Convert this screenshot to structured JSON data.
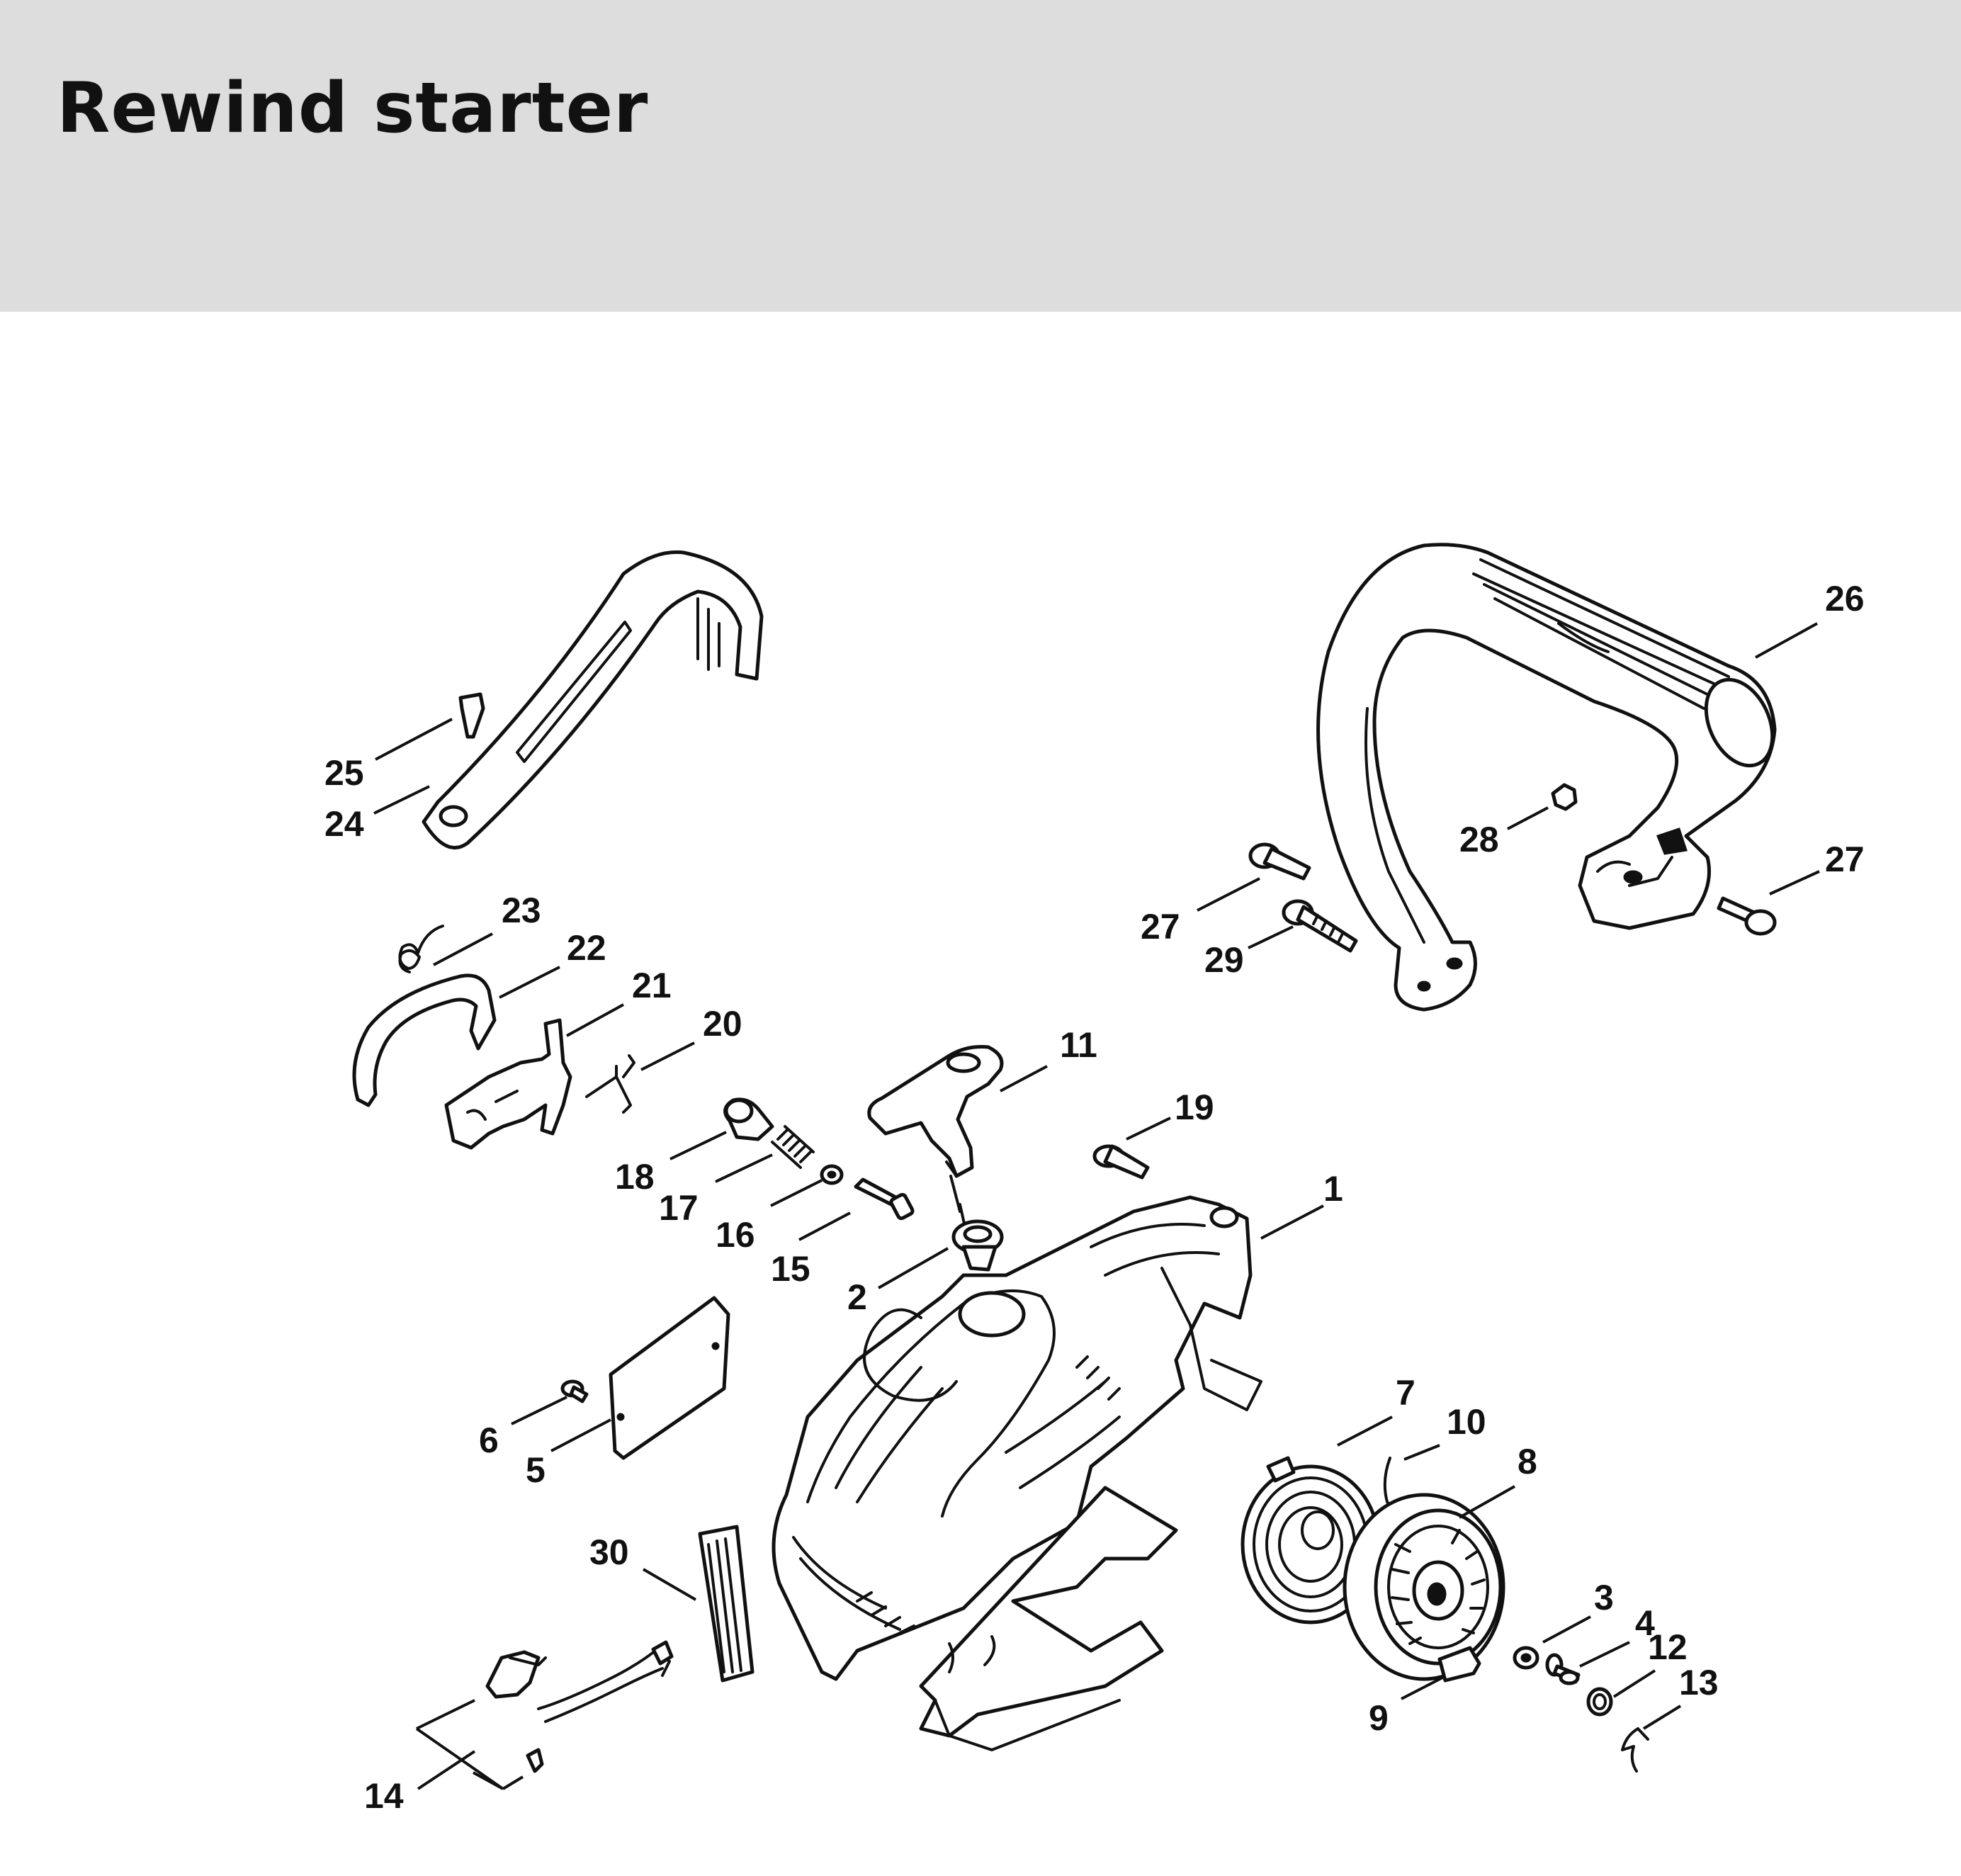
{
  "header": {
    "title": "Rewind starter",
    "background_color": "#dcdddc"
  },
  "diagram": {
    "callouts": [
      {
        "id": "c1",
        "label": "1"
      },
      {
        "id": "c2",
        "label": "2"
      },
      {
        "id": "c3",
        "label": "3"
      },
      {
        "id": "c4",
        "label": "4"
      },
      {
        "id": "c5",
        "label": "5"
      },
      {
        "id": "c6",
        "label": "6"
      },
      {
        "id": "c7",
        "label": "7"
      },
      {
        "id": "c8",
        "label": "8"
      },
      {
        "id": "c9",
        "label": "9"
      },
      {
        "id": "c10",
        "label": "10"
      },
      {
        "id": "c11",
        "label": "11"
      },
      {
        "id": "c12",
        "label": "12"
      },
      {
        "id": "c13",
        "label": "13"
      },
      {
        "id": "c14",
        "label": "14"
      },
      {
        "id": "c15",
        "label": "15"
      },
      {
        "id": "c16",
        "label": "16"
      },
      {
        "id": "c17",
        "label": "17"
      },
      {
        "id": "c18",
        "label": "18"
      },
      {
        "id": "c19",
        "label": "19"
      },
      {
        "id": "c20",
        "label": "20"
      },
      {
        "id": "c21",
        "label": "21"
      },
      {
        "id": "c22",
        "label": "22"
      },
      {
        "id": "c23",
        "label": "23"
      },
      {
        "id": "c24",
        "label": "24"
      },
      {
        "id": "c25",
        "label": "25"
      },
      {
        "id": "c26",
        "label": "26"
      },
      {
        "id": "c27a",
        "label": "27"
      },
      {
        "id": "c27b",
        "label": "27"
      },
      {
        "id": "c28",
        "label": "28"
      },
      {
        "id": "c29",
        "label": "29"
      },
      {
        "id": "c30",
        "label": "30"
      }
    ]
  }
}
